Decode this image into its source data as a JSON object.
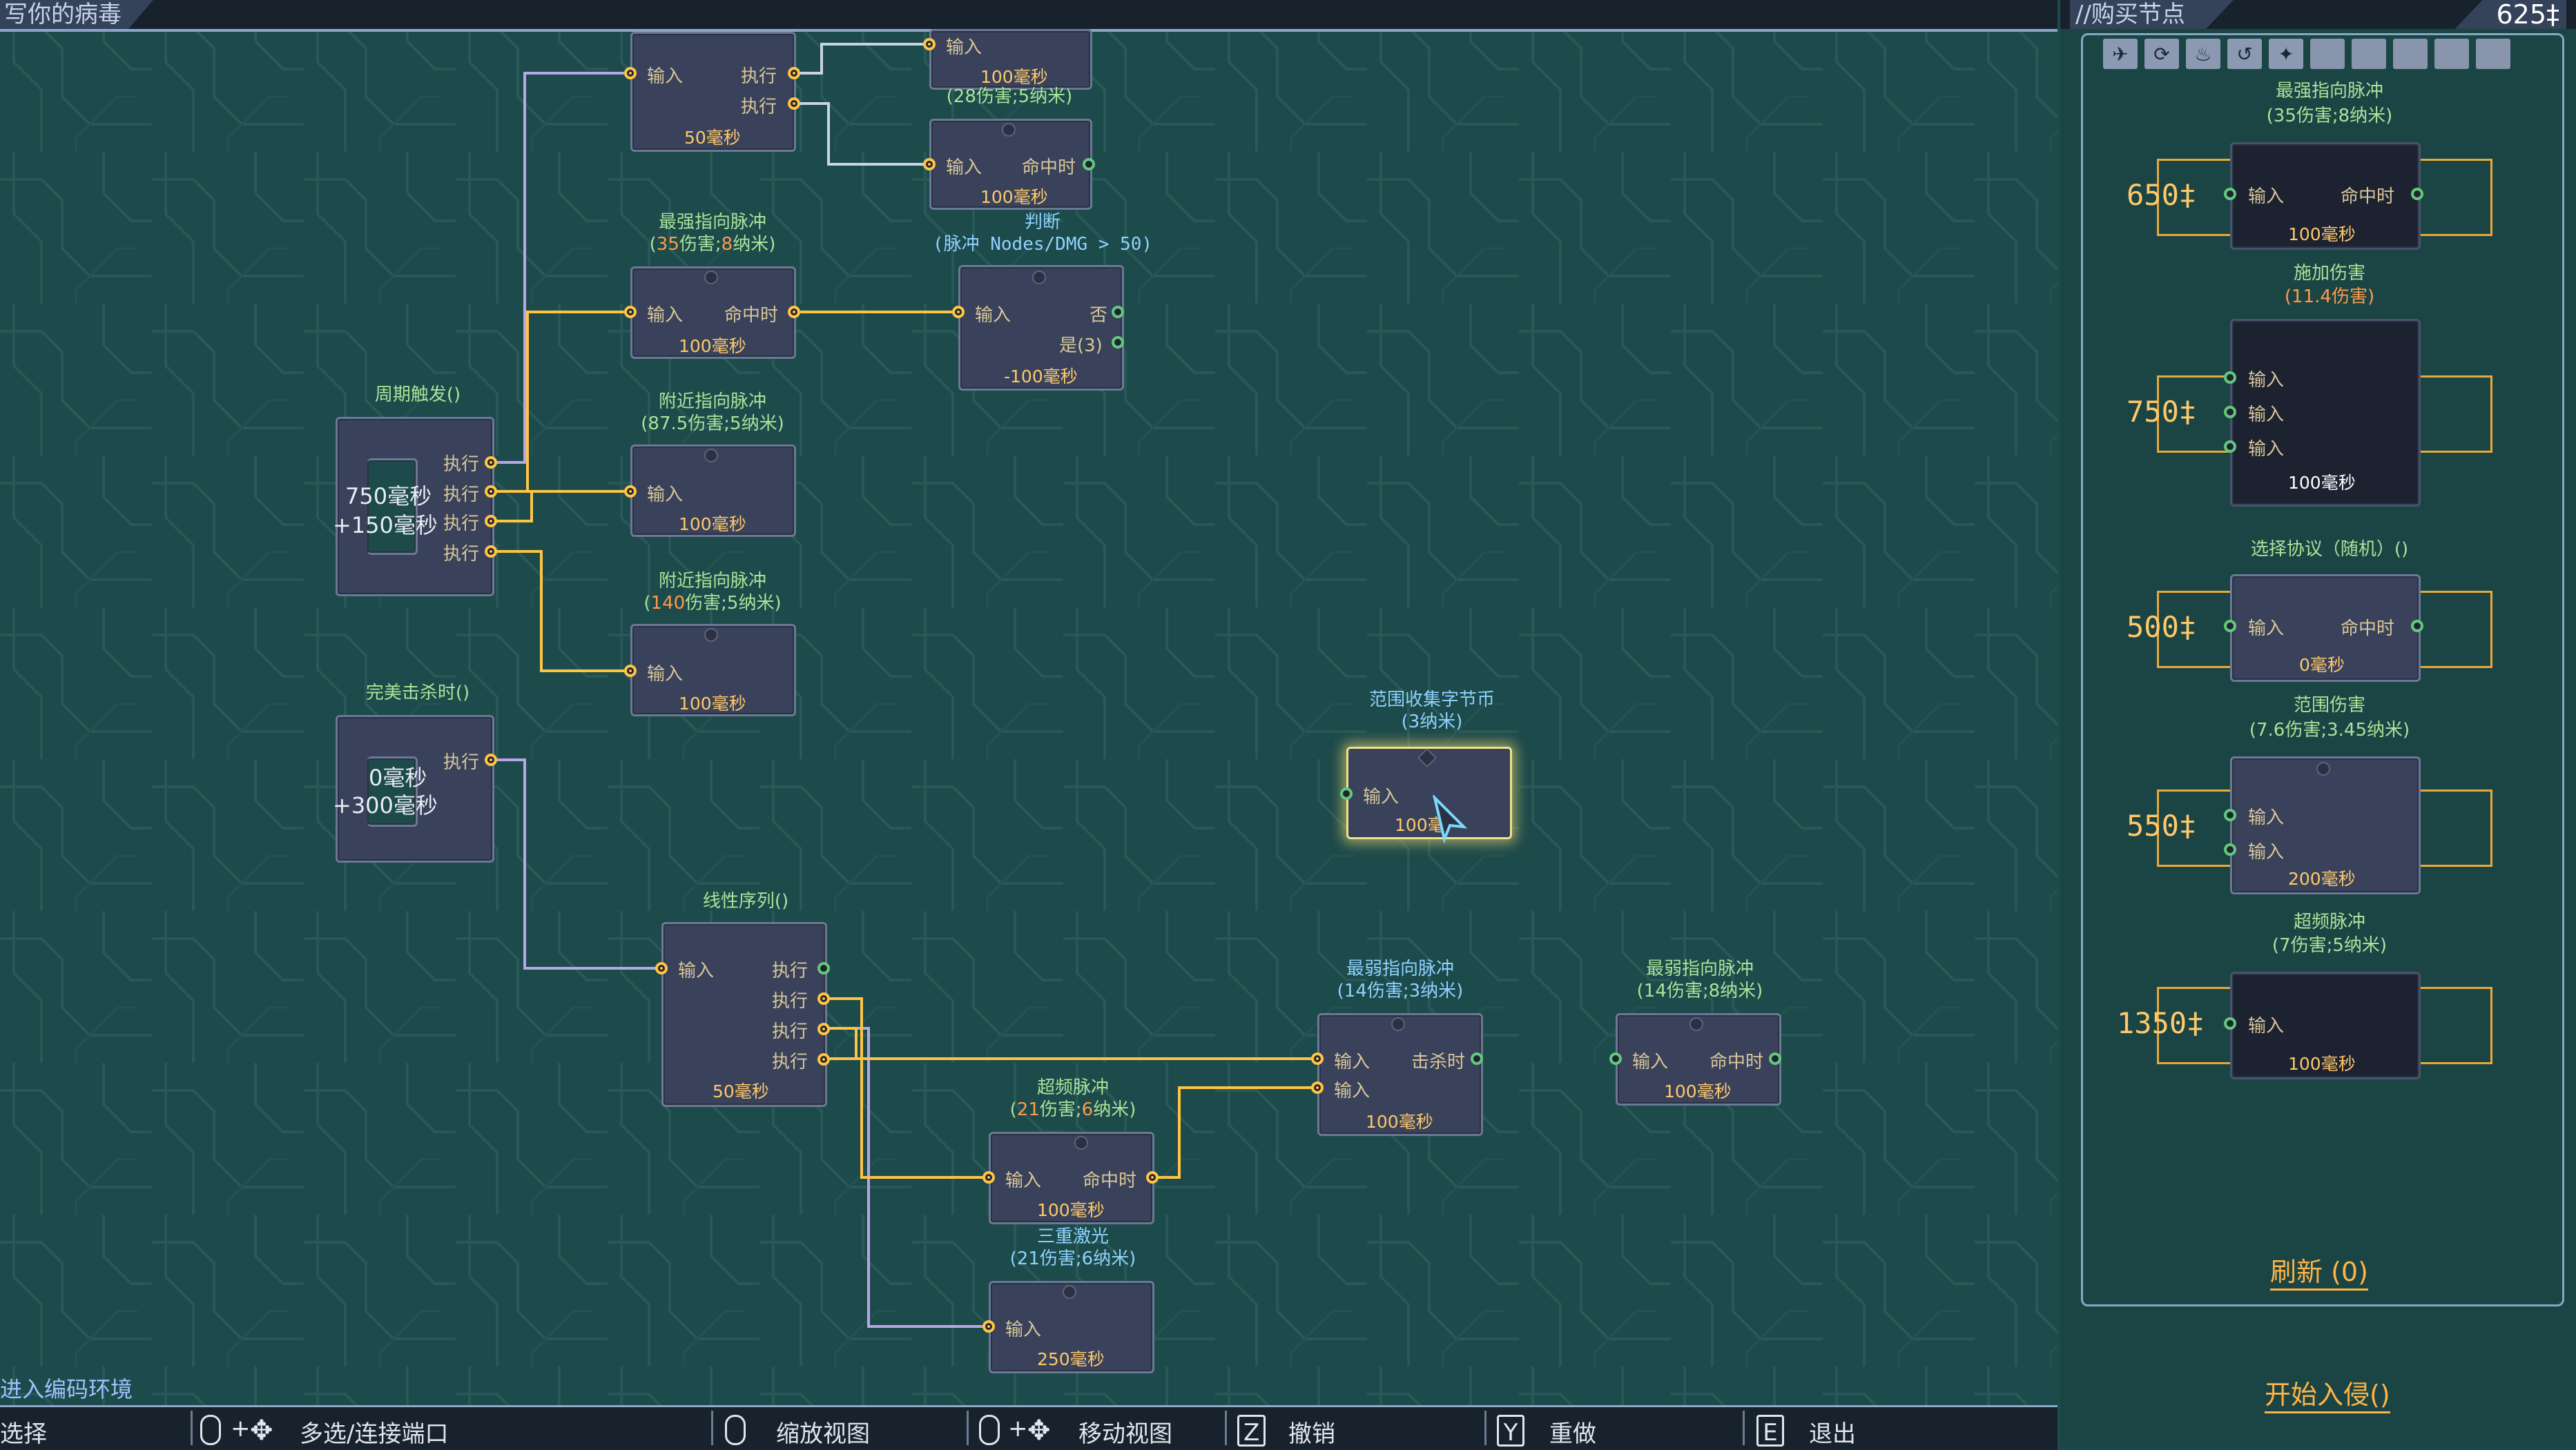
{
  "window_title": "写你的病毒",
  "footer": {
    "env_label": "进入编码环境"
  },
  "hints": [
    {
      "key": "",
      "label": "选择"
    },
    {
      "key": "+",
      "label": "多选/连接端口"
    },
    {
      "key": "",
      "label": "缩放视图"
    },
    {
      "key": "+",
      "label": "移动视图"
    },
    {
      "key": "Z",
      "label": "撤销"
    },
    {
      "key": "Y",
      "label": "重做"
    },
    {
      "key": "E",
      "label": "退出"
    }
  ],
  "triggers": {
    "periodic": {
      "title": "周期触发()",
      "time1": "750毫秒",
      "time2": "+150毫秒",
      "exec": "执行"
    },
    "kill": {
      "title": "完美击杀时()",
      "time1": "0毫秒",
      "time2": "+300毫秒",
      "exec": "执行"
    }
  },
  "nodes": {
    "n50top": {
      "in": "输入",
      "out1": "执行",
      "out2": "执行",
      "time": "50毫秒"
    },
    "ntop2": {
      "in": "输入",
      "time": "100毫秒",
      "stat": "(28伤害;5纳米)"
    },
    "ntop3": {
      "in": "输入",
      "out": "命中时",
      "time": "100毫秒"
    },
    "strong1": {
      "title": "最强指向脉冲",
      "stat_open": "(",
      "stat_a": "35",
      "stat_b": "伤害;",
      "stat_c": "8",
      "stat_d": "纳米)",
      "in": "输入",
      "out": "命中时",
      "time": "100毫秒"
    },
    "judge": {
      "title": "判断",
      "stat": "(脉冲 Nodes/DMG > 50)",
      "in": "输入",
      "out_no": "否",
      "out_yes": "是(3)",
      "time": "-100毫秒"
    },
    "near1": {
      "title": "附近指向脉冲",
      "stat": "(87.5伤害;5纳米)",
      "in": "输入",
      "time": "100毫秒"
    },
    "near2": {
      "title": "附近指向脉冲",
      "stat_open": "(",
      "stat_a": "140",
      "stat_b": "伤害;5纳米)",
      "in": "输入",
      "time": "100毫秒"
    },
    "collect": {
      "title": "范围收集字节币",
      "stat": "(3纳米)",
      "in": "输入",
      "time": "100毫"
    },
    "linear": {
      "title": "线性序列()",
      "in": "输入",
      "out": "执行",
      "time": "50毫秒"
    },
    "overclock": {
      "title": "超频脉冲",
      "stat_open": "(",
      "stat_a": "21",
      "stat_b": "伤害;",
      "stat_c": "6",
      "stat_d": "纳米)",
      "in": "输入",
      "out": "命中时",
      "time": "100毫秒"
    },
    "triple": {
      "title": "三重激光",
      "stat": "(21伤害;6纳米)",
      "in": "输入",
      "time": "250毫秒"
    },
    "weak1": {
      "title": "最弱指向脉冲",
      "stat": "(14伤害;3纳米)",
      "in": "输入",
      "out": "击杀时",
      "time": "100毫秒"
    },
    "weak2": {
      "title": "最弱指向脉冲",
      "stat": "(14伤害;8纳米)",
      "in": "输入",
      "out": "命中时",
      "time": "100毫秒"
    }
  },
  "shop": {
    "title": "//购买节点",
    "money": "625‡",
    "icons": [
      "wing-icon",
      "cycle-icon",
      "flame-icon",
      "swirl-icon",
      "burst-icon",
      "blank",
      "blank",
      "blank",
      "blank",
      "blank"
    ],
    "items": [
      {
        "title": "最强指向脉冲",
        "stat": "(35伤害;8纳米)",
        "price": "650‡",
        "in": "输入",
        "out": "命中时",
        "time": "100毫秒"
      },
      {
        "title": "施加伤害",
        "stat": "(11.4伤害)",
        "price": "750‡",
        "in": "输入",
        "time": "100毫秒"
      },
      {
        "title": "选择协议（随机）()",
        "stat": "",
        "price": "500‡",
        "in": "输入",
        "out": "命中时",
        "time": "0毫秒"
      },
      {
        "title": "范围伤害",
        "stat": "(7.6伤害;3.45纳米)",
        "price": "550‡",
        "in": "输入",
        "time": "200毫秒"
      },
      {
        "title": "超频脉冲",
        "stat": "(7伤害;5纳米)",
        "price": "1350‡",
        "in": "输入",
        "time": "100毫秒"
      }
    ],
    "refresh": "刷新 (0)",
    "start": "开始入侵()"
  },
  "colors": {
    "wire_yellow": "#ffc444",
    "wire_purple": "#b9a6e6",
    "wire_white": "#c9d3e6",
    "bg": "#1d4a4a"
  }
}
